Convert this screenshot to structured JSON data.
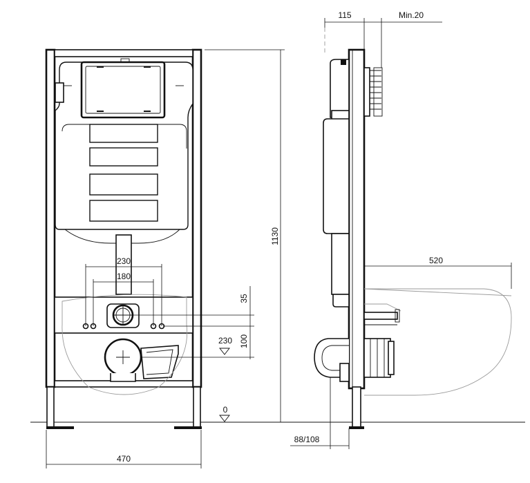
{
  "dimensions": {
    "top_depth": "115",
    "top_min_clearance": "Min.20",
    "overall_height": "1130",
    "bowl_projection": "520",
    "drain_outer_spacing": "230",
    "drain_inner_spacing": "180",
    "inlet_offset": "35",
    "outlet_height": "230",
    "inlet_to_outlet": "100",
    "floor_level": "0",
    "foot_depth": "88/108",
    "frame_width": "470"
  }
}
